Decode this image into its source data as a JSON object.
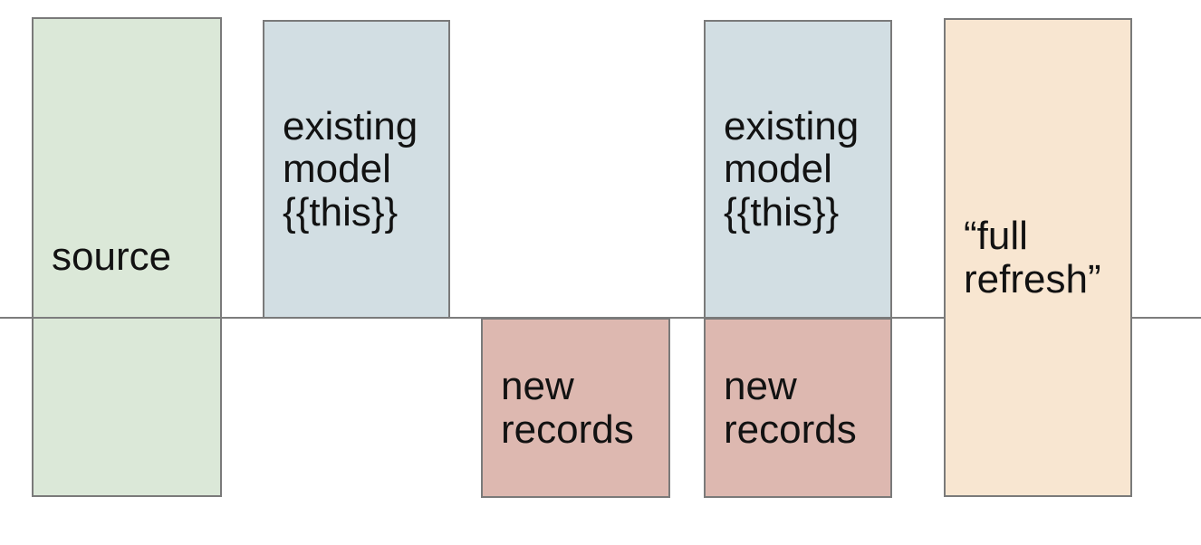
{
  "diagram": {
    "background": "#ffffff",
    "border_color": "#7a7a7a",
    "text_color": "#121212",
    "baseline": {
      "color": "#7d7d7d"
    },
    "boxes": [
      {
        "id": "source",
        "label": "source",
        "fill": "#dbe8d8"
      },
      {
        "id": "existing-model-1",
        "label": "existing\nmodel\n{{this}}",
        "fill": "#d2dee3"
      },
      {
        "id": "new-records-1",
        "label": "new\nrecords",
        "fill": "#ddb8b0"
      },
      {
        "id": "existing-model-2",
        "label": "existing\nmodel\n{{this}}",
        "fill": "#d2dee3"
      },
      {
        "id": "new-records-2",
        "label": "new\nrecords",
        "fill": "#ddb8b0"
      },
      {
        "id": "full-refresh",
        "label": "“full\nrefresh”",
        "fill": "#f8e6d1"
      }
    ]
  }
}
